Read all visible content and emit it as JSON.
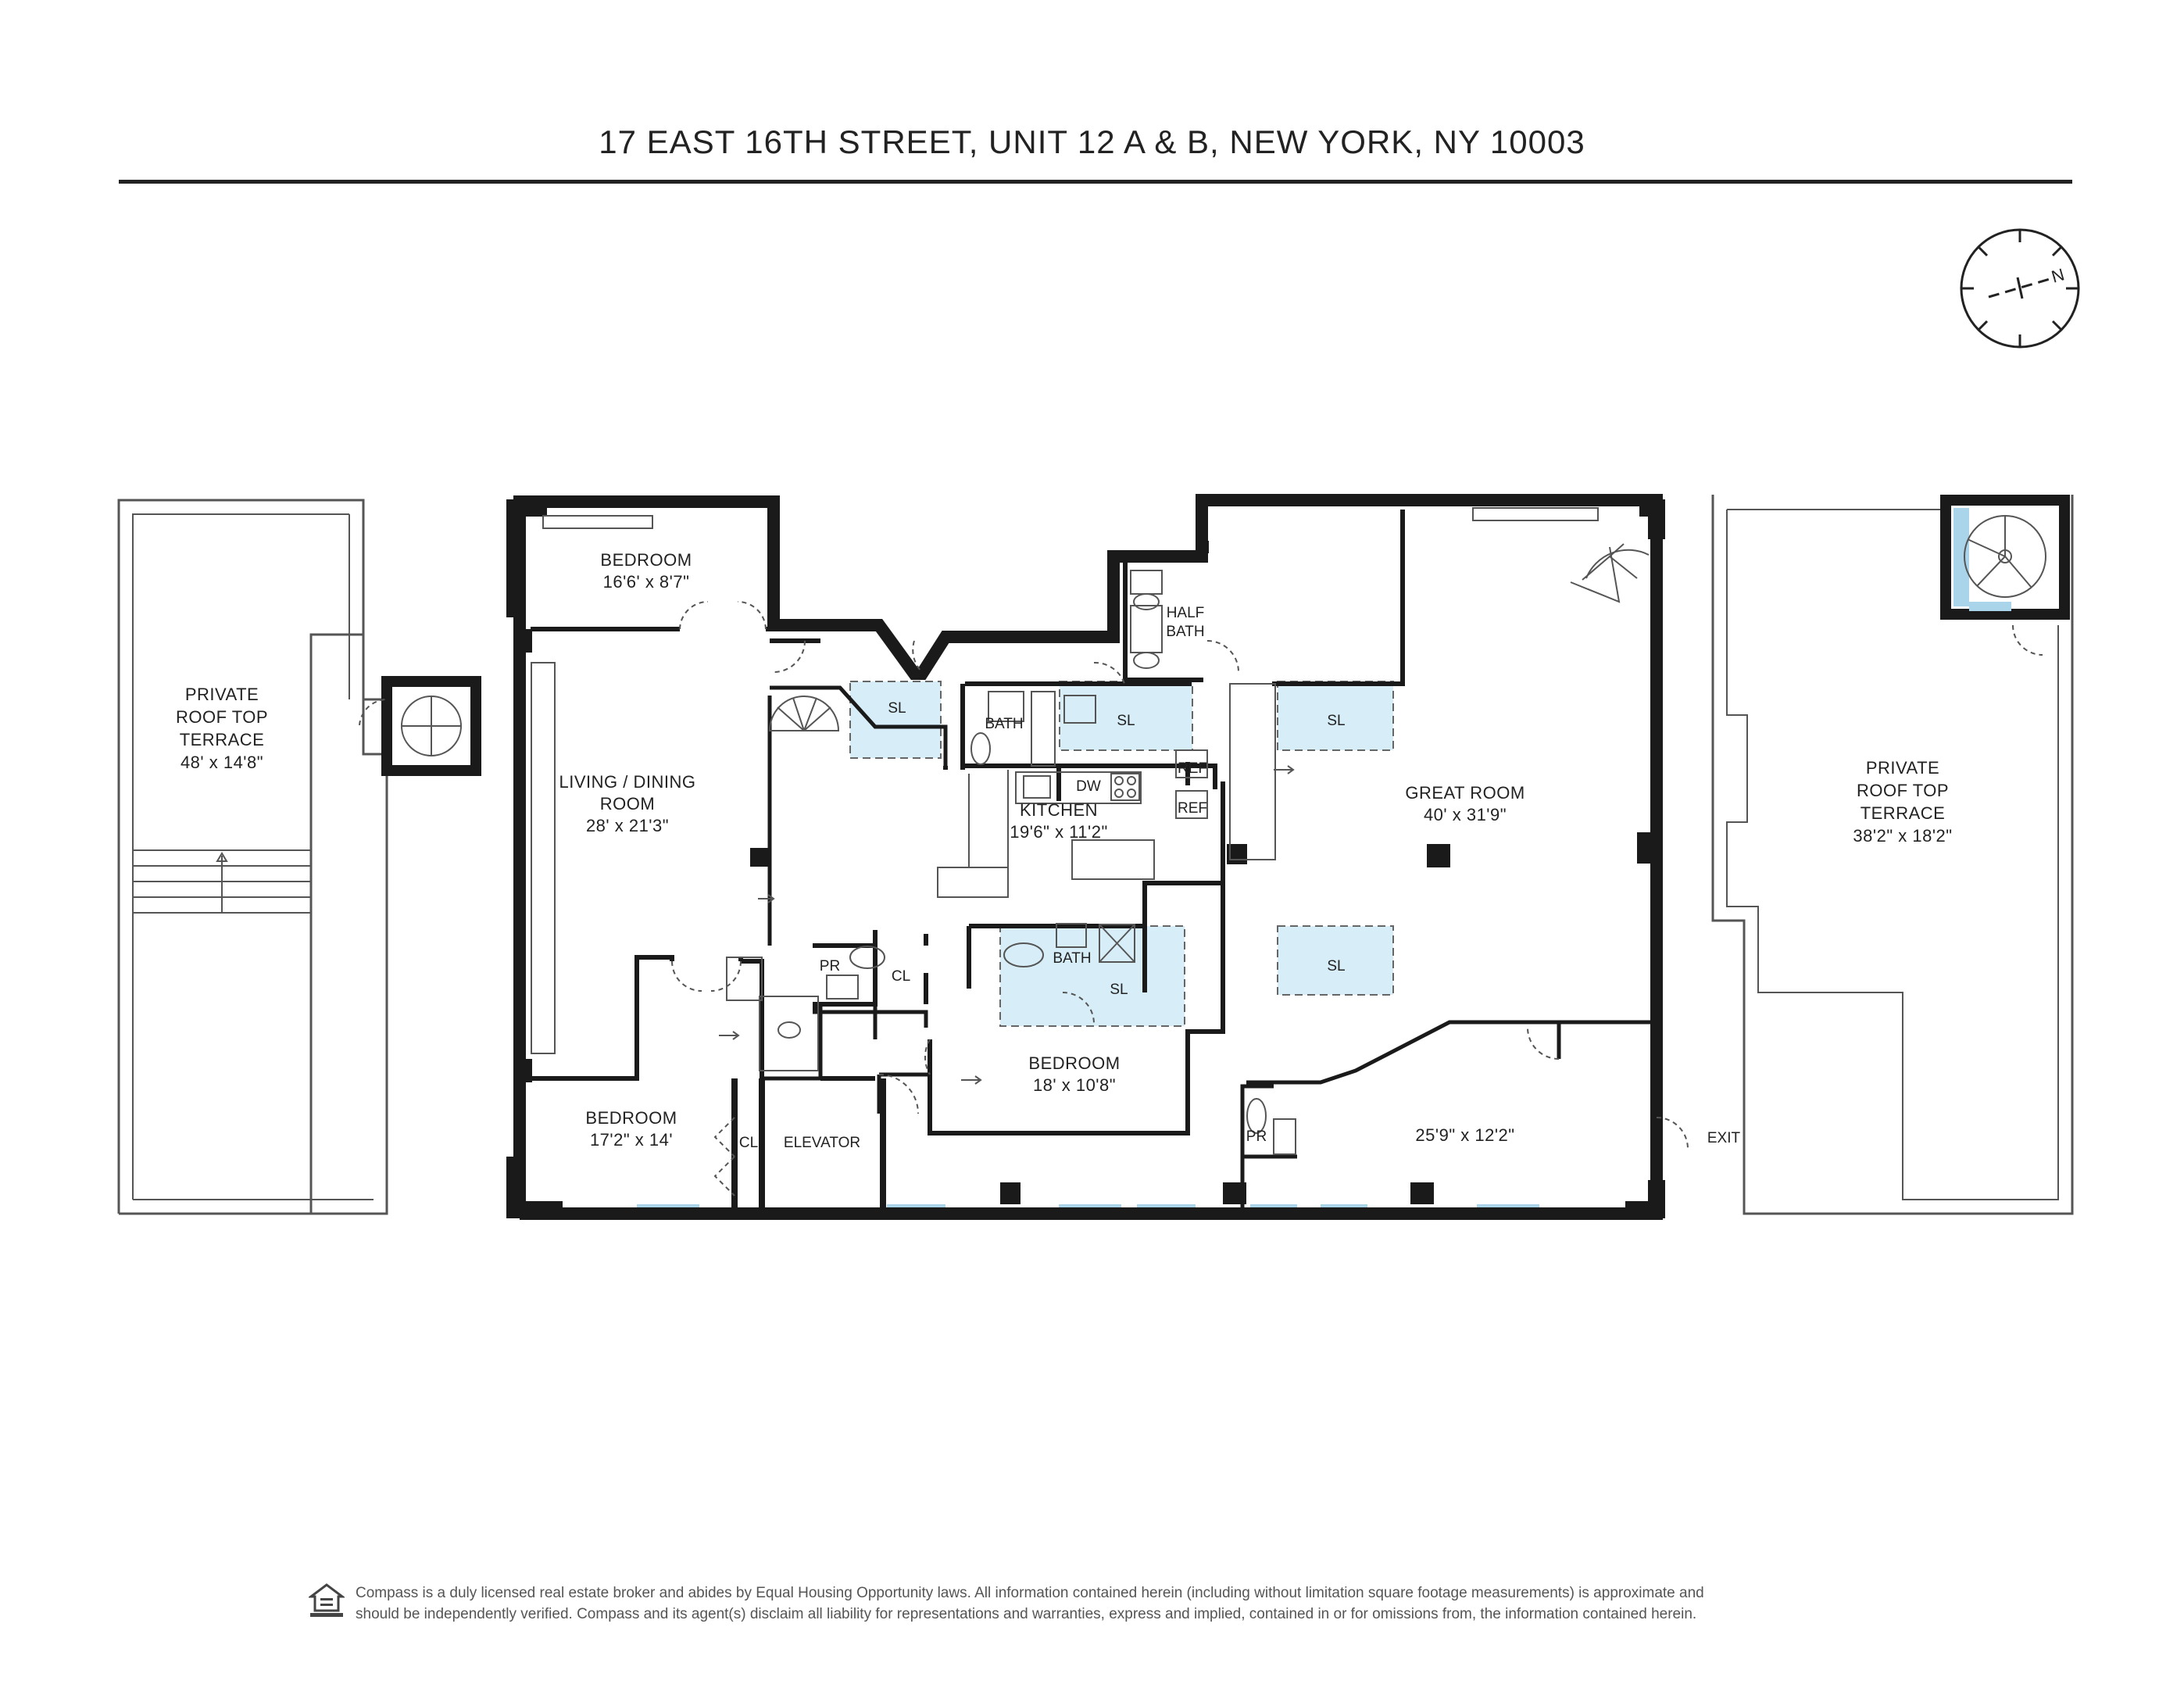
{
  "header": {
    "title": "17 EAST 16TH STREET, UNIT 12 A & B, NEW YORK, NY 10003"
  },
  "compass": {
    "letter": "N"
  },
  "left_terrace": {
    "name": "PRIVATE\nROOF TOP\nTERRACE",
    "line1": "PRIVATE",
    "line2": "ROOF TOP",
    "line3": "TERRACE",
    "dims": "48' x 14'8\""
  },
  "right_terrace": {
    "line1": "PRIVATE",
    "line2": "ROOF TOP",
    "line3": "TERRACE",
    "dims": "38'2\" x 18'2\""
  },
  "rooms": {
    "bedroom_top": {
      "name": "BEDROOM",
      "dims": "16'6' x 8'7\""
    },
    "living": {
      "line1": "LIVING / DINING",
      "line2": "ROOM",
      "dims": "28' x 21'3\""
    },
    "bedroom_bottom_left": {
      "name": "BEDROOM",
      "dims": "17'2\" x 14'"
    },
    "kitchen": {
      "name": "KITCHEN",
      "dims": "19'6\" x 11'2\""
    },
    "bedroom_center": {
      "name": "BEDROOM",
      "dims": "18' x 10'8\""
    },
    "great_room": {
      "name": "GREAT ROOM",
      "dims": "40' x 31'9\""
    },
    "lower_right": {
      "dims": "25'9\" x 12'2\""
    }
  },
  "labels": {
    "half_bath_1": "HALF",
    "half_bath_2": "BATH",
    "bath": "BATH",
    "bath2": "BATH",
    "sl": "SL",
    "dw": "DW",
    "ref": "REF",
    "pr": "PR",
    "cl": "CL",
    "elevator": "ELEVATOR",
    "exit": "EXIT"
  },
  "colors": {
    "wall": "#1a1a1a",
    "skylight": "#d7eef8",
    "window": "#a9d4ea",
    "outline": "#555555"
  },
  "footer": {
    "line1": "Compass is a duly licensed real estate broker and abides by Equal Housing Opportunity laws. All information contained herein (including without limitation square footage measurements) is approximate and",
    "line2": "should be independently verified. Compass and its agent(s) disclaim all liability for representations and warranties, express and implied, contained in or for omissions from, the information contained herein."
  }
}
